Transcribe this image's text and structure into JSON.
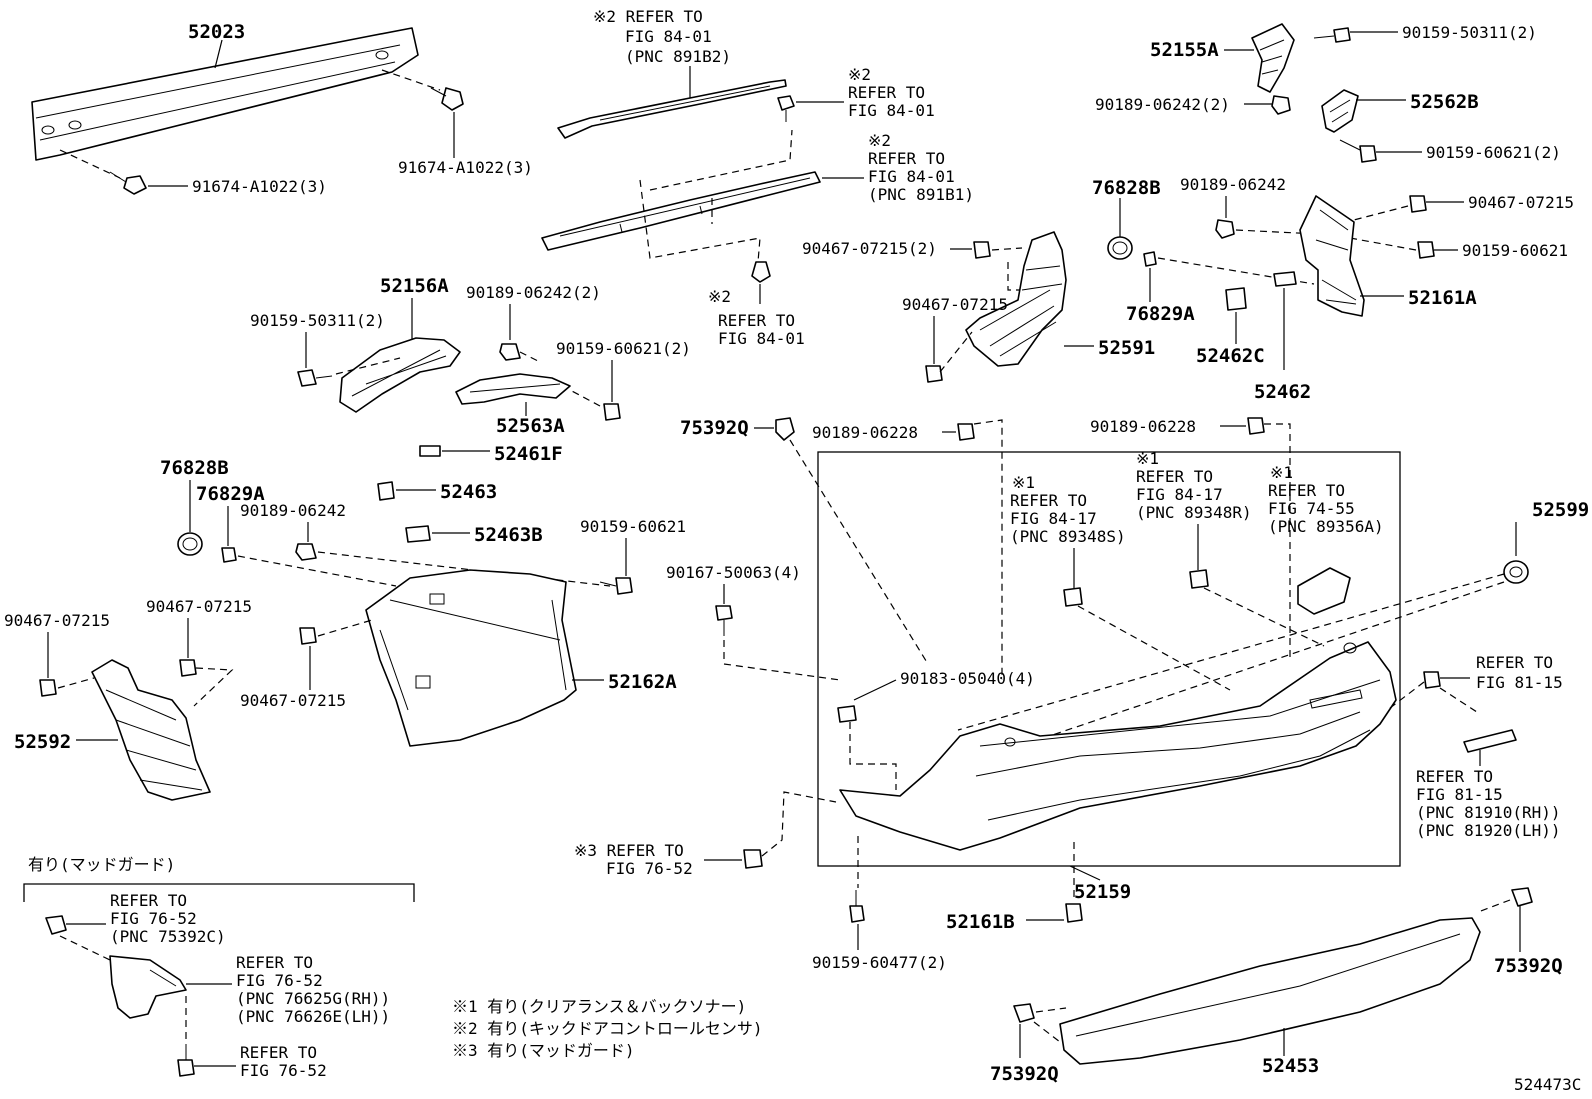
{
  "diagram": {
    "parts": {
      "p52023": "52023",
      "p91674_a": "91674-A1022(3)",
      "p91674_b": "91674-A1022(3)",
      "ref2_a_1": "※2 REFER TO",
      "ref2_a_2": "FIG 84-01",
      "ref2_a_3": "(PNC 891B2)",
      "ref2_b_1": "※2",
      "ref2_b_2": "REFER TO",
      "ref2_b_3": "FIG 84-01",
      "ref2_c_1": "※2",
      "ref2_c_2": "REFER TO",
      "ref2_c_3": "FIG 84-01",
      "ref2_c_4": "(PNC 891B1)",
      "ref2_d_1": "※2",
      "ref2_d_2": "REFER TO",
      "ref2_d_3": "FIG 84-01",
      "p52155A": "52155A",
      "p90159_50311_r": "90159-50311(2)",
      "p90189_06242_2r": "90189-06242(2)",
      "p52562B": "52562B",
      "p90159_60621_2r": "90159-60621(2)",
      "p76828B_r": "76828B",
      "p90189_06242_r": "90189-06242",
      "p90467_07215_r": "90467-07215",
      "p90159_60621_r": "90159-60621",
      "p90467_07215_2": "90467-07215(2)",
      "p90467_07215_m": "90467-07215",
      "p76829A_r": "76829A",
      "p52591": "52591",
      "p52462C": "52462C",
      "p52161A": "52161A",
      "p52462": "52462",
      "p52156A": "52156A",
      "p90189_06242_2l": "90189-06242(2)",
      "p90159_50311_l": "90159-50311(2)",
      "p90159_60621_2l": "90159-60621(2)",
      "p52563A": "52563A",
      "p52461F": "52461F",
      "p52463": "52463",
      "p52463B": "52463B",
      "p76828B_l": "76828B",
      "p76829A_l": "76829A",
      "p90189_06242_l": "90189-06242",
      "p90159_60621_l": "90159-60621",
      "p90467_07215_l1": "90467-07215",
      "p90467_07215_l2": "90467-07215",
      "p90467_07215_l3": "90467-07215",
      "p52162A": "52162A",
      "p52592": "52592",
      "p75392Q_top": "75392Q",
      "p90189_06228_a": "90189-06228",
      "p90189_06228_b": "90189-06228",
      "ref1_a_1": "※1",
      "ref1_a_2": "REFER TO",
      "ref1_a_3": "FIG 84-17",
      "ref1_a_4": "(PNC 89348S)",
      "ref1_b_1": "※1",
      "ref1_b_2": "REFER TO",
      "ref1_b_3": "FIG 84-17",
      "ref1_b_4": "(PNC 89348R)",
      "ref1_c_1": "※1",
      "ref1_c_2": "REFER TO",
      "ref1_c_3": "FIG 74-55",
      "ref1_c_4": "(PNC 89356A)",
      "p52599": "52599",
      "p90167_50063": "90167-50063(4)",
      "p90183_05040": "90183-05040(4)",
      "ref_81_15_a_1": "REFER TO",
      "ref_81_15_a_2": "FIG 81-15",
      "ref_81_15_b_1": "REFER TO",
      "ref_81_15_b_2": "FIG 81-15",
      "ref_81_15_b_3": "(PNC 81910(RH))",
      "ref_81_15_b_4": "(PNC 81920(LH))",
      "ref3_1": "※3 REFER TO",
      "ref3_2": "FIG 76-52",
      "p52159": "52159",
      "p52161B": "52161B",
      "p90159_60477": "90159-60477(2)",
      "p75392Q_r": "75392Q",
      "p75392Q_b": "75392Q",
      "p52453": "52453",
      "mud_title": "有り(マッドガード)",
      "mud_ref1_1": "REFER TO",
      "mud_ref1_2": "FIG 76-52",
      "mud_ref1_3": "(PNC 75392C)",
      "mud_ref2_1": "REFER TO",
      "mud_ref2_2": "FIG 76-52",
      "mud_ref2_3": "(PNC 76625G(RH))",
      "mud_ref2_4": "(PNC 76626E(LH))",
      "mud_ref3_1": "REFER TO",
      "mud_ref3_2": "FIG 76-52",
      "note1": "※1 有り(クリアランス＆バックソナー)",
      "note2": "※2 有り(キックドアコントロールセンサ)",
      "note3": "※3 有り(マッドガード)",
      "fig_code": "524473C"
    }
  }
}
